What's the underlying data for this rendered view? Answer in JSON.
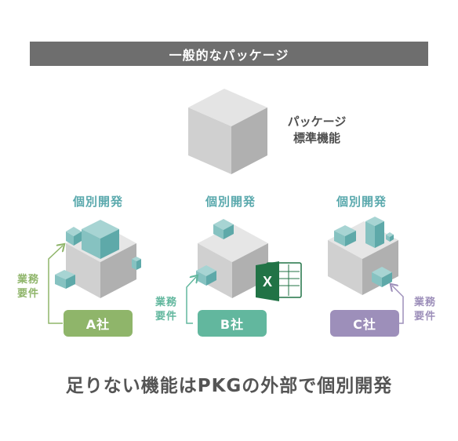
{
  "banner": {
    "title": "一般的なパッケージ"
  },
  "package_label": {
    "line1": "パッケージ",
    "line2": "標準機能"
  },
  "columns": [
    {
      "heading": "個別開発",
      "company": "A社",
      "color": "#8fb56a"
    },
    {
      "heading": "個別開発",
      "company": "B社",
      "color": "#62b79e"
    },
    {
      "heading": "個別開発",
      "company": "C社",
      "color": "#9d8fba"
    }
  ],
  "business_requirements": {
    "line1": "業務",
    "line2": "要件"
  },
  "excel_icon": {
    "letter": "X",
    "color": "#217346"
  },
  "caption": "足りない機能はPKGの外部で個別開発"
}
